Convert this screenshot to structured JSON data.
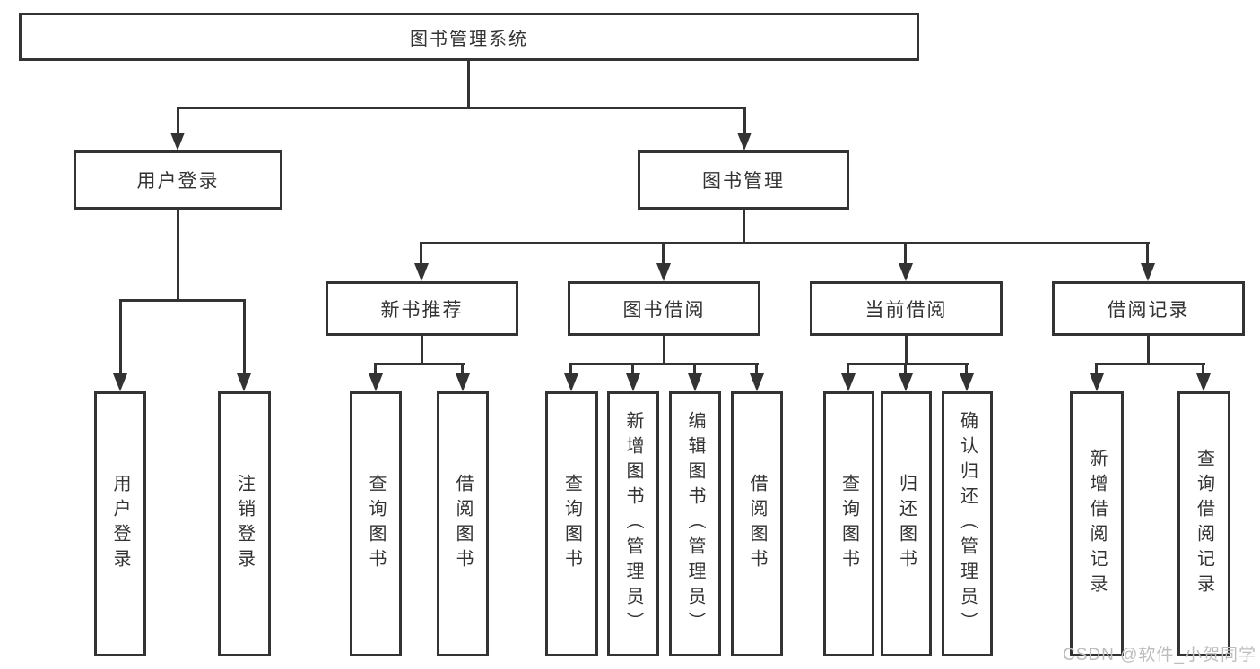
{
  "diagram": {
    "title": "图书管理系统",
    "root": {
      "label": "图书管理系统"
    },
    "level2": [
      {
        "id": "user-login",
        "label": "用户登录"
      },
      {
        "id": "book-management",
        "label": "图书管理"
      }
    ],
    "level3": [
      {
        "id": "new-book-recommend",
        "label": "新书推荐",
        "parent": "图书管理"
      },
      {
        "id": "book-borrowing",
        "label": "图书借阅",
        "parent": "图书管理"
      },
      {
        "id": "current-borrowing",
        "label": "当前借阅",
        "parent": "图书管理"
      },
      {
        "id": "borrowing-records",
        "label": "借阅记录",
        "parent": "图书管理"
      }
    ],
    "leaves": [
      {
        "id": "user-login-action",
        "label": "用户登录",
        "parent": "用户登录"
      },
      {
        "id": "logout-action",
        "label": "注销登录",
        "parent": "用户登录"
      },
      {
        "id": "query-books-recommend",
        "label": "查询图书",
        "parent": "新书推荐"
      },
      {
        "id": "borrow-books-recommend",
        "label": "借阅图书",
        "parent": "新书推荐"
      },
      {
        "id": "query-books-borrowing",
        "label": "查询图书",
        "parent": "图书借阅"
      },
      {
        "id": "add-books-admin",
        "label": "新增图书（管理员）",
        "parent": "图书借阅"
      },
      {
        "id": "edit-books-admin",
        "label": "编辑图书（管理员）",
        "parent": "图书借阅"
      },
      {
        "id": "borrow-books-borrowing",
        "label": "借阅图书",
        "parent": "图书借阅"
      },
      {
        "id": "query-books-current",
        "label": "查询图书",
        "parent": "当前借阅"
      },
      {
        "id": "return-books",
        "label": "归还图书",
        "parent": "当前借阅"
      },
      {
        "id": "confirm-return-admin",
        "label": "确认归还（管理员）",
        "parent": "当前借阅"
      },
      {
        "id": "add-borrow-record",
        "label": "新增借阅记录",
        "parent": "借阅记录"
      },
      {
        "id": "query-borrow-record",
        "label": "查询借阅记录",
        "parent": "借阅记录"
      }
    ]
  },
  "watermark": {
    "text": "CSDN @软件_小贺同学",
    "color": "#bdbdbd"
  },
  "colors": {
    "line": "#333333",
    "text": "#333333",
    "background": "#ffffff"
  }
}
